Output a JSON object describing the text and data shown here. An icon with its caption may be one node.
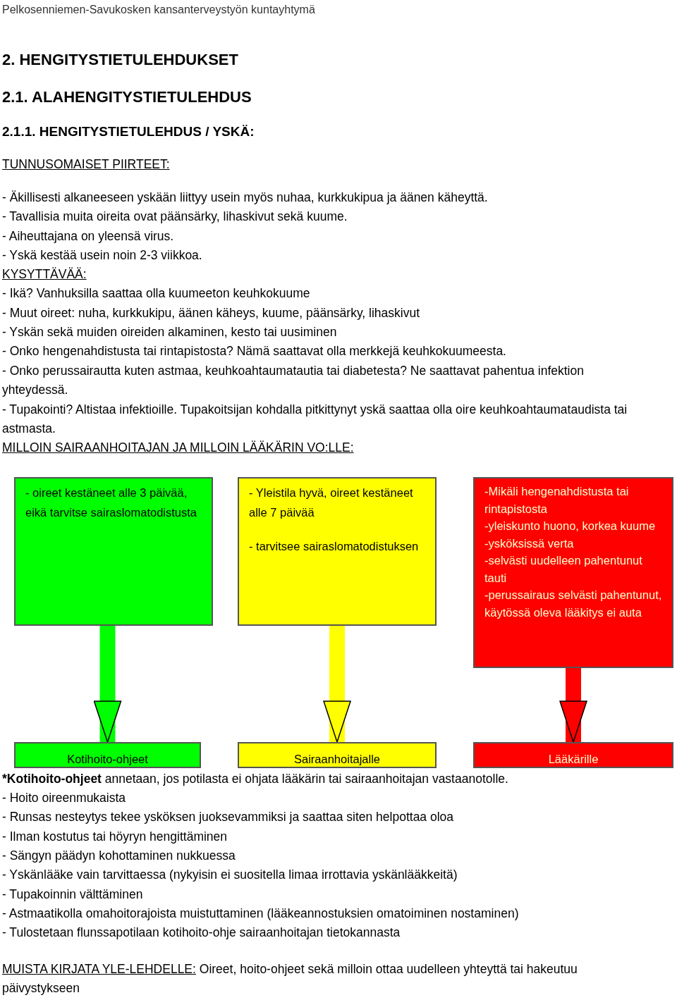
{
  "diagram": {
    "nodes": [
      {
        "text": [
          "- oireet kestäneet alle 3 päivää, eikä tarvitse sairaslomatodistusta"
        ]
      },
      {
        "text": [
          "- Yleistila hyvä, oireet kestäneet alle 7 päivää",
          "- tarvitsee sairaslomatodistuksen"
        ]
      },
      {
        "text": [
          "-Mikäli hengenahdistusta tai rintapistosta",
          "-yleiskunto huono, korkea kuume",
          "-ysköksissä verta",
          "-selvästi uudelleen pahentunut tauti",
          "-perussairaus selvästi pahentunut, käytössä oleva lääkitys ei auta"
        ]
      },
      {
        "text": [
          "Kotihoito-ohjeet"
        ]
      },
      {
        "text": [
          "Sairaanhoitajalle"
        ]
      },
      {
        "text": [
          "Lääkärille"
        ]
      }
    ],
    "edges": [
      {
        "from": 0,
        "to": 3,
        "arrow": "to",
        "color": "#00ff00"
      },
      {
        "from": 1,
        "to": 4,
        "arrow": "to",
        "color": "#ffff00"
      },
      {
        "from": 2,
        "to": 5,
        "arrow": "to",
        "color": "#ff0000"
      }
    ],
    "labels": [
      "Pelkosenniemen-Savukosken kansanterveystyön kuntayhtymä",
      "2. HENGITYSTIETULEHDUKSET",
      "2.1. ALAHENGITYSTIETULEHDUS",
      "2.1.1. HENGITYSTIETULEHDUS / YSKÄ:",
      "TUNNUSOMAISET PIIRTEET:",
      "- Äkillisesti alkaneeseen yskään liittyy usein myös nuhaa, kurkkukipua ja äänen käheyttä.",
      "- Tavallisia muita oireita ovat päänsärky, lihaskivut sekä kuume.",
      "- Aiheuttajana on yleensä virus.",
      "- Yskä kestää usein noin 2-3 viikkoa.",
      "KYSYTTÄVÄÄ:",
      "- Ikä? Vanhuksilla saattaa olla kuumeeton keuhkokuume",
      "- Muut oireet: nuha, kurkkukipu, äänen käheys, kuume, päänsärky, lihaskivut",
      "- Yskän sekä muiden oireiden alkaminen, kesto tai uusiminen",
      "- Onko hengenahdistusta tai rintapistosta? Nämä saattavat olla merkkejä keuhkokuumeesta.",
      "- Onko perussairautta kuten astmaa, keuhkoahtaumatautia tai diabetesta? Ne saattavat pahentua infektion yhteydessä.",
      "- Tupakointi? Altistaa infektioille. Tupakoitsijan kohdalla pitkittynyt yskä saattaa olla oire keuhkoahtaumataudista tai astmasta.",
      "MILLOIN SAIRAANHOITAJAN JA MILLOIN LÄÄKÄRIN VO:LLE:",
      "***Kotihoito-ohjeet** annetaan, jos potilasta ei ohjata lääkärin tai sairaanhoitajan vastaanotolle.",
      "- Hoito oireenmukaista",
      "- Runsas nesteytys tekee ysköksen juoksevammiksi ja saattaa siten helpottaa oloa",
      "- Ilman kostutus tai höyryn hengittäminen",
      "- Sängyn päädyn kohottaminen nukkuessa",
      "- Yskänlääke vain tarvittaessa (nykyisin ei suositella limaa irrottavia yskänlääkkeitä)",
      "- Tupakoinnin välttäminen",
      "- Astmaatikolla omahoitorajoista muistuttaminen (lääkeannostuksien omatoiminen nostaminen)",
      "- Tulostetaan flunssapotilaan kotihoito-ohje sairaanhoitajan tietokannasta",
      "MUISTA KIRJATA YLE-LEHDELLE:",
      "Oireet, hoito-ohjeet sekä milloin ottaa uudelleen yhteyttä tai hakeutuu päivystykseen"
    ]
  }
}
